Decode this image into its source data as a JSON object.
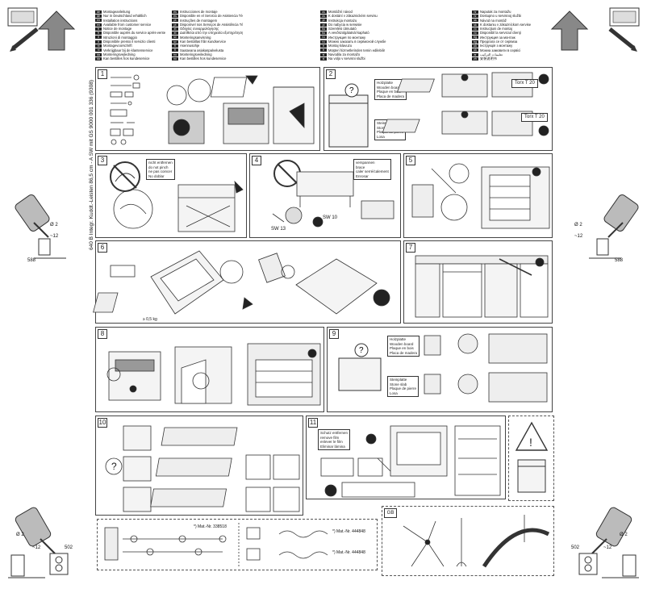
{
  "languages": [
    {
      "rows": [
        {
          "code": "de",
          "text": "Montageanleitung"
        },
        {
          "code": "de",
          "text": "Nur in Deutschland erhältlich"
        },
        {
          "code": "en",
          "text": "Installation instructions"
        },
        {
          "code": "en",
          "text": "Available from customer service"
        },
        {
          "code": "fr",
          "text": "Notice de montage"
        },
        {
          "code": "fr",
          "text": "Disponible auprès du service après-vente"
        },
        {
          "code": "it",
          "text": "Istruzioni di montaggio"
        },
        {
          "code": "it",
          "text": "Disponibile presso il servizio clienti"
        },
        {
          "code": "nl",
          "text": "Montagevoorschrift"
        },
        {
          "code": "nl",
          "text": "Verkrijgbaar bij de klantenservice"
        },
        {
          "code": "da",
          "text": "Monteringsvejledning"
        },
        {
          "code": "da",
          "text": "Kan bestilles hos kundeservice"
        }
      ]
    },
    {
      "rows": [
        {
          "code": "es",
          "text": "Instrucciones de montaje"
        },
        {
          "code": "es",
          "text": "Disponible en el Servicio de Asistencia Técnica"
        },
        {
          "code": "pt",
          "text": "Instruções de montagem"
        },
        {
          "code": "pt",
          "text": "Disponível nos Serviços de Assistência Técnica"
        },
        {
          "code": "el",
          "text": "Οδηγίες συναρμολόγησης"
        },
        {
          "code": "el",
          "text": "Διατίθεται από την υπηρεσία εξυπηρέτησης"
        },
        {
          "code": "sv",
          "text": "Monteringsanvisning"
        },
        {
          "code": "sv",
          "text": "Kan beställas från kundservice"
        },
        {
          "code": "fi",
          "text": "Asennusohje"
        },
        {
          "code": "fi",
          "text": "Saatavana asiakaspalvelusta"
        },
        {
          "code": "no",
          "text": "Monteringsveiledning"
        },
        {
          "code": "no",
          "text": "Kan bestilles hos kundeservice"
        }
      ]
    },
    {
      "rows": [
        {
          "code": "cs",
          "text": "Montážní návod"
        },
        {
          "code": "cs",
          "text": "K dostání v zákaznickém servisu"
        },
        {
          "code": "pl",
          "text": "Instrukcja montażu"
        },
        {
          "code": "pl",
          "text": "Do nabycia w serwisie"
        },
        {
          "code": "hu",
          "text": "Szerelési útmutató"
        },
        {
          "code": "hu",
          "text": "A vevőszolgálatnál kapható"
        },
        {
          "code": "ru",
          "text": "Инструкция по монтажу"
        },
        {
          "code": "ru",
          "text": "Можно заказать в сервисной службе"
        },
        {
          "code": "tr",
          "text": "Montaj kılavuzu"
        },
        {
          "code": "tr",
          "text": "Müşteri hizmetlerinden temin edilebilir"
        },
        {
          "code": "sl",
          "text": "Navodila za montažo"
        },
        {
          "code": "sl",
          "text": "Na voljo v servisni službi"
        }
      ]
    },
    {
      "rows": [
        {
          "code": "hr",
          "text": "Naputak za montažu"
        },
        {
          "code": "hr",
          "text": "Dostupno u servisnoj službi"
        },
        {
          "code": "sk",
          "text": "Návod na montáž"
        },
        {
          "code": "sk",
          "text": "K dostaniu v zákazníckom servise"
        },
        {
          "code": "ro",
          "text": "Instrucţiuni de montaj"
        },
        {
          "code": "ro",
          "text": "Disponibil la serviciul clienţi"
        },
        {
          "code": "bg",
          "text": "Инструкция за монтаж"
        },
        {
          "code": "bg",
          "text": "Предлага се от сервиза"
        },
        {
          "code": "uk",
          "text": "Інструкція з монтажу"
        },
        {
          "code": "uk",
          "text": "Можна замовити в сервісі"
        },
        {
          "code": "ar",
          "text": "تعليمات التركيب"
        },
        {
          "code": "zh",
          "text": "安装说明书"
        }
      ]
    }
  ],
  "side_text": "640 B Integr. Kuddt.-Leisten 86,5 cm - A  SW mit GS    9000 001 336 (9308)",
  "panels": {
    "p1": "1",
    "p2": "2",
    "p3": "3",
    "p4": "4",
    "p5": "5",
    "p6": "6",
    "p7": "7",
    "p8": "8",
    "p9": "9",
    "p10": "10",
    "p11": "11",
    "gb": "GB"
  },
  "p2_labels": {
    "wood": [
      "Holzplatte",
      "Wooden board",
      "Plaque en bois",
      "Placa de madera"
    ],
    "stone": [
      "Steinplatte",
      "Stone slab",
      "Plaque de pierre",
      "Losa"
    ],
    "torx1": "Torx T 20",
    "torx2": "Torx T 20"
  },
  "p3_labels": [
    "nicht entfernen",
    "do not pinch",
    "ne pas coincer",
    "No doblar"
  ],
  "p4_labels": [
    "verspannen",
    "brace",
    "caler serré/calement",
    "Enrosar"
  ],
  "p4_dims": {
    "sw": "SW 10",
    "sw2": "SW 13"
  },
  "p6_labels": {
    "weight": "≥ 0,5 kg"
  },
  "p9_labels": {
    "wood": [
      "Holzplatte",
      "Wooden board",
      "Plaque en bois",
      "Placa de madera"
    ],
    "stone": [
      "Steinplatte",
      "Stone slab",
      "Plaque de pierre",
      "Losa"
    ]
  },
  "p11_labels": [
    "Schutz entfernen",
    "remove film",
    "enlever le film",
    "Eliminar lámina"
  ],
  "dims": {
    "phi2": "Ø 2",
    "twelve": "~12",
    "d588": "588",
    "d502": "502"
  },
  "accessories": {
    "mat1": "*) Mat.-Nr. 338518",
    "mat2": "*) Mat.-Nr. 444848",
    "mat3": "*) Mat.-Nr. 444848"
  },
  "colors": {
    "ink": "#222222",
    "line": "#444444",
    "bg": "#ffffff",
    "hatch": "#888888"
  }
}
